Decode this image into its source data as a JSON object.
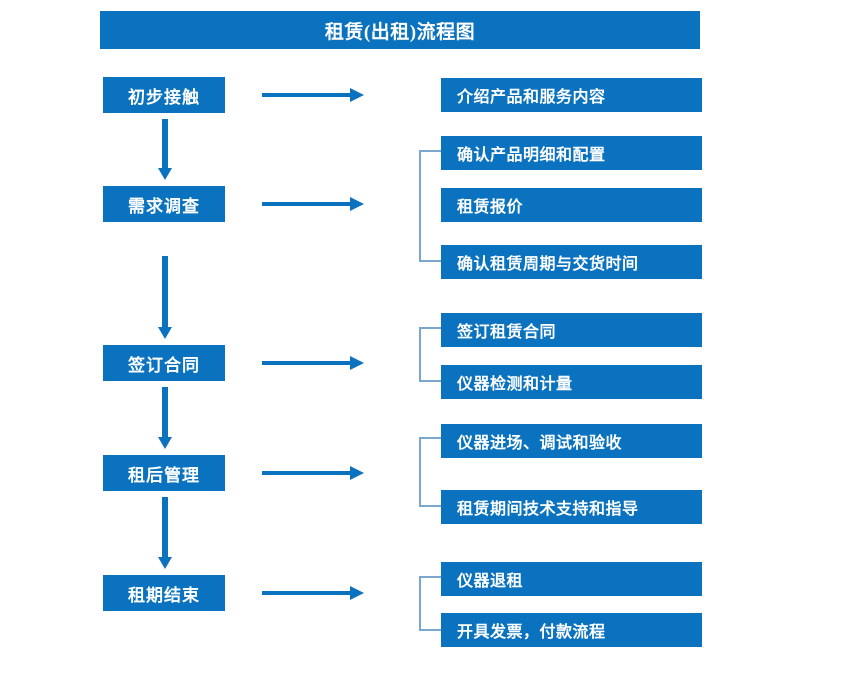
{
  "title": "租赁(出租)流程图",
  "colors": {
    "accent": "#0a72bf",
    "bracket": "#7ba7cc",
    "text_on_accent": "#ffffff",
    "background": "#ffffff"
  },
  "stages": [
    {
      "label": "初步接触"
    },
    {
      "label": "需求调查"
    },
    {
      "label": "签订合同"
    },
    {
      "label": "租后管理"
    },
    {
      "label": "租期结束"
    }
  ],
  "tasks": [
    {
      "label": "介绍产品和服务内容"
    },
    {
      "label": "确认产品明细和配置"
    },
    {
      "label": "租赁报价"
    },
    {
      "label": "确认租赁周期与交货时间"
    },
    {
      "label": "签订租赁合同"
    },
    {
      "label": "仪器检测和计量"
    },
    {
      "label": "仪器进场、调试和验收"
    },
    {
      "label": "租赁期间技术支持和指导"
    },
    {
      "label": "仪器退租"
    },
    {
      "label": "开具发票，付款流程"
    }
  ]
}
